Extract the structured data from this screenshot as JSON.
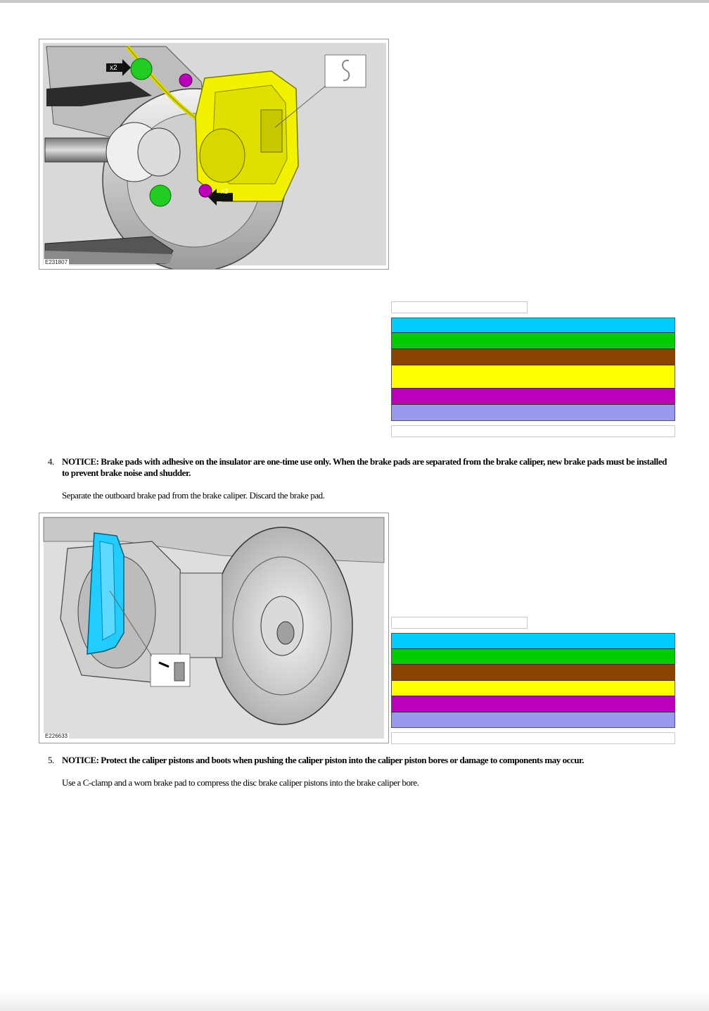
{
  "figure1": {
    "id": "E231807",
    "callout_top": "x2",
    "callout_bottom": "x2"
  },
  "figure2": {
    "id": "E226633"
  },
  "legend1": {
    "rows": [
      {
        "color": "#00CCFF",
        "h": 20
      },
      {
        "color": "#00CC00",
        "h": 22
      },
      {
        "color": "#884400",
        "h": 22
      },
      {
        "color": "#FFFF00",
        "h": 32
      },
      {
        "color": "#BB00BB",
        "h": 22
      },
      {
        "color": "#9999EE",
        "h": 22
      }
    ]
  },
  "legend2": {
    "rows": [
      {
        "color": "#00CCFF",
        "h": 21
      },
      {
        "color": "#00CC00",
        "h": 21
      },
      {
        "color": "#884400",
        "h": 22
      },
      {
        "color": "#FFFF00",
        "h": 21
      },
      {
        "color": "#BB00BB",
        "h": 22
      },
      {
        "color": "#9999EE",
        "h": 21
      }
    ]
  },
  "steps": [
    {
      "number": "4.",
      "notice": "NOTICE: Brake pads with adhesive on the insulator are one-time use only. When the brake pads are separated from the brake caliper, new brake pads must be installed to prevent brake noise and shudder.",
      "text": "Separate the outboard brake pad from the brake caliper. Discard the brake pad."
    },
    {
      "number": "5.",
      "notice": "NOTICE: Protect the caliper pistons and boots when pushing the caliper piston into the caliper piston bores or damage to components may occur.",
      "text": "Use a C-clamp and a worn brake pad to compress the disc brake caliper pistons into the brake caliper bore."
    }
  ]
}
